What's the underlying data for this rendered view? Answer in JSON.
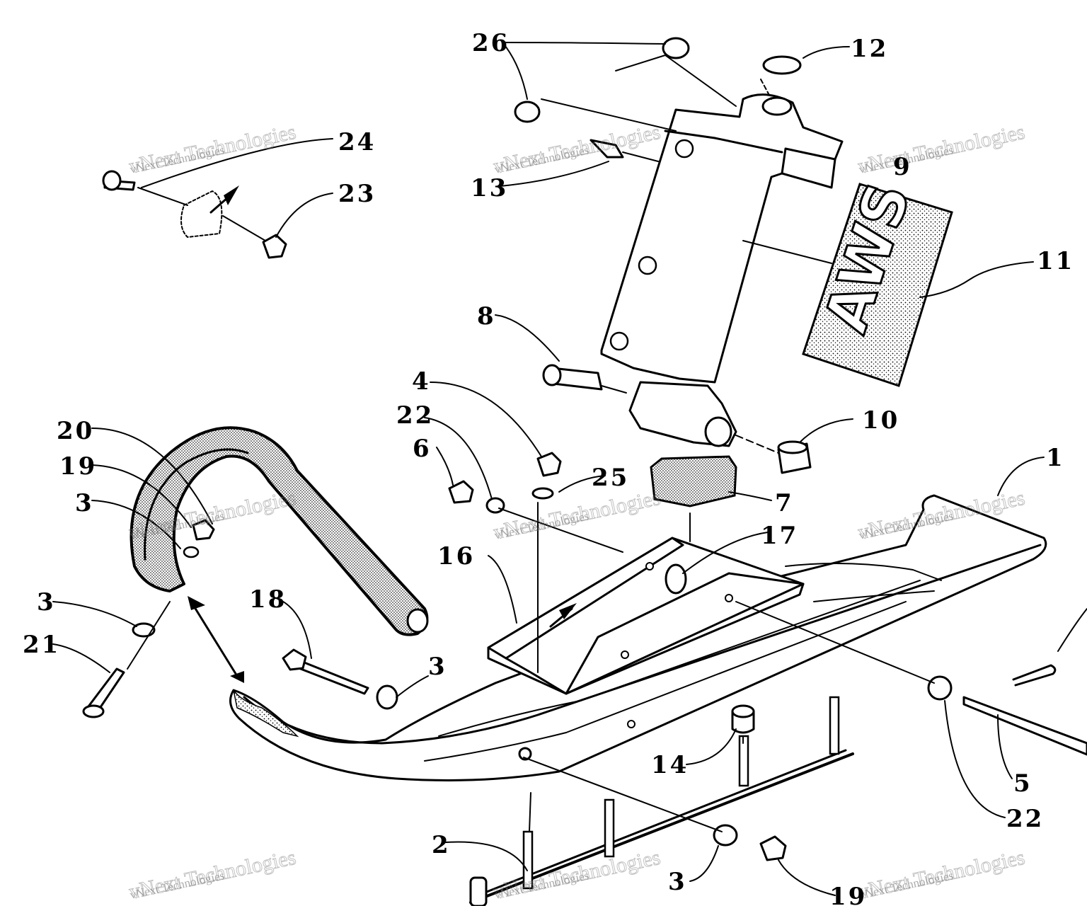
{
  "diagram": {
    "callouts": [
      {
        "label": "26"
      },
      {
        "label": "12"
      },
      {
        "label": "24"
      },
      {
        "label": "23"
      },
      {
        "label": "13"
      },
      {
        "label": "9"
      },
      {
        "label": "11"
      },
      {
        "label": "8"
      },
      {
        "label": "4"
      },
      {
        "label": "22"
      },
      {
        "label": "6"
      },
      {
        "label": "10"
      },
      {
        "label": "25"
      },
      {
        "label": "1"
      },
      {
        "label": "20"
      },
      {
        "label": "19"
      },
      {
        "label": "3"
      },
      {
        "label": "7"
      },
      {
        "label": "17"
      },
      {
        "label": "16"
      },
      {
        "label": "18"
      },
      {
        "label": "3"
      },
      {
        "label": "3"
      },
      {
        "label": "21"
      },
      {
        "label": "14"
      },
      {
        "label": "5"
      },
      {
        "label": "22"
      },
      {
        "label": "2"
      },
      {
        "label": "3"
      },
      {
        "label": "19"
      }
    ],
    "decal_text": "AWS",
    "watermark": "vNext Technologies"
  }
}
